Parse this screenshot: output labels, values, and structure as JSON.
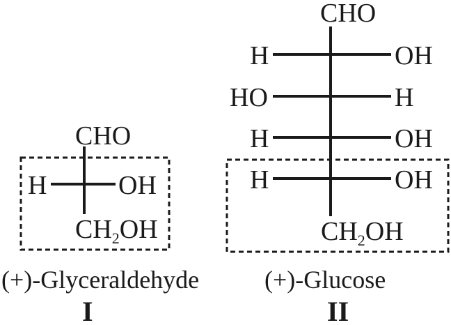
{
  "glyceraldehyde": {
    "top": "CHO",
    "left": "H",
    "right": "OH",
    "bottom_main": "CH",
    "bottom_sub": "2",
    "bottom_tail": "OH",
    "caption": "(+)-Glyceraldehyde",
    "numeral": "I"
  },
  "glucose": {
    "top": "CHO",
    "rows": [
      {
        "left": "H",
        "right": "OH"
      },
      {
        "left": "HO",
        "right": "H"
      },
      {
        "left": "H",
        "right": "OH"
      },
      {
        "left": "H",
        "right": "OH"
      }
    ],
    "bottom_main": "CH",
    "bottom_sub": "2",
    "bottom_tail": "OH",
    "caption": "(+)-Glucose",
    "numeral": "II"
  }
}
